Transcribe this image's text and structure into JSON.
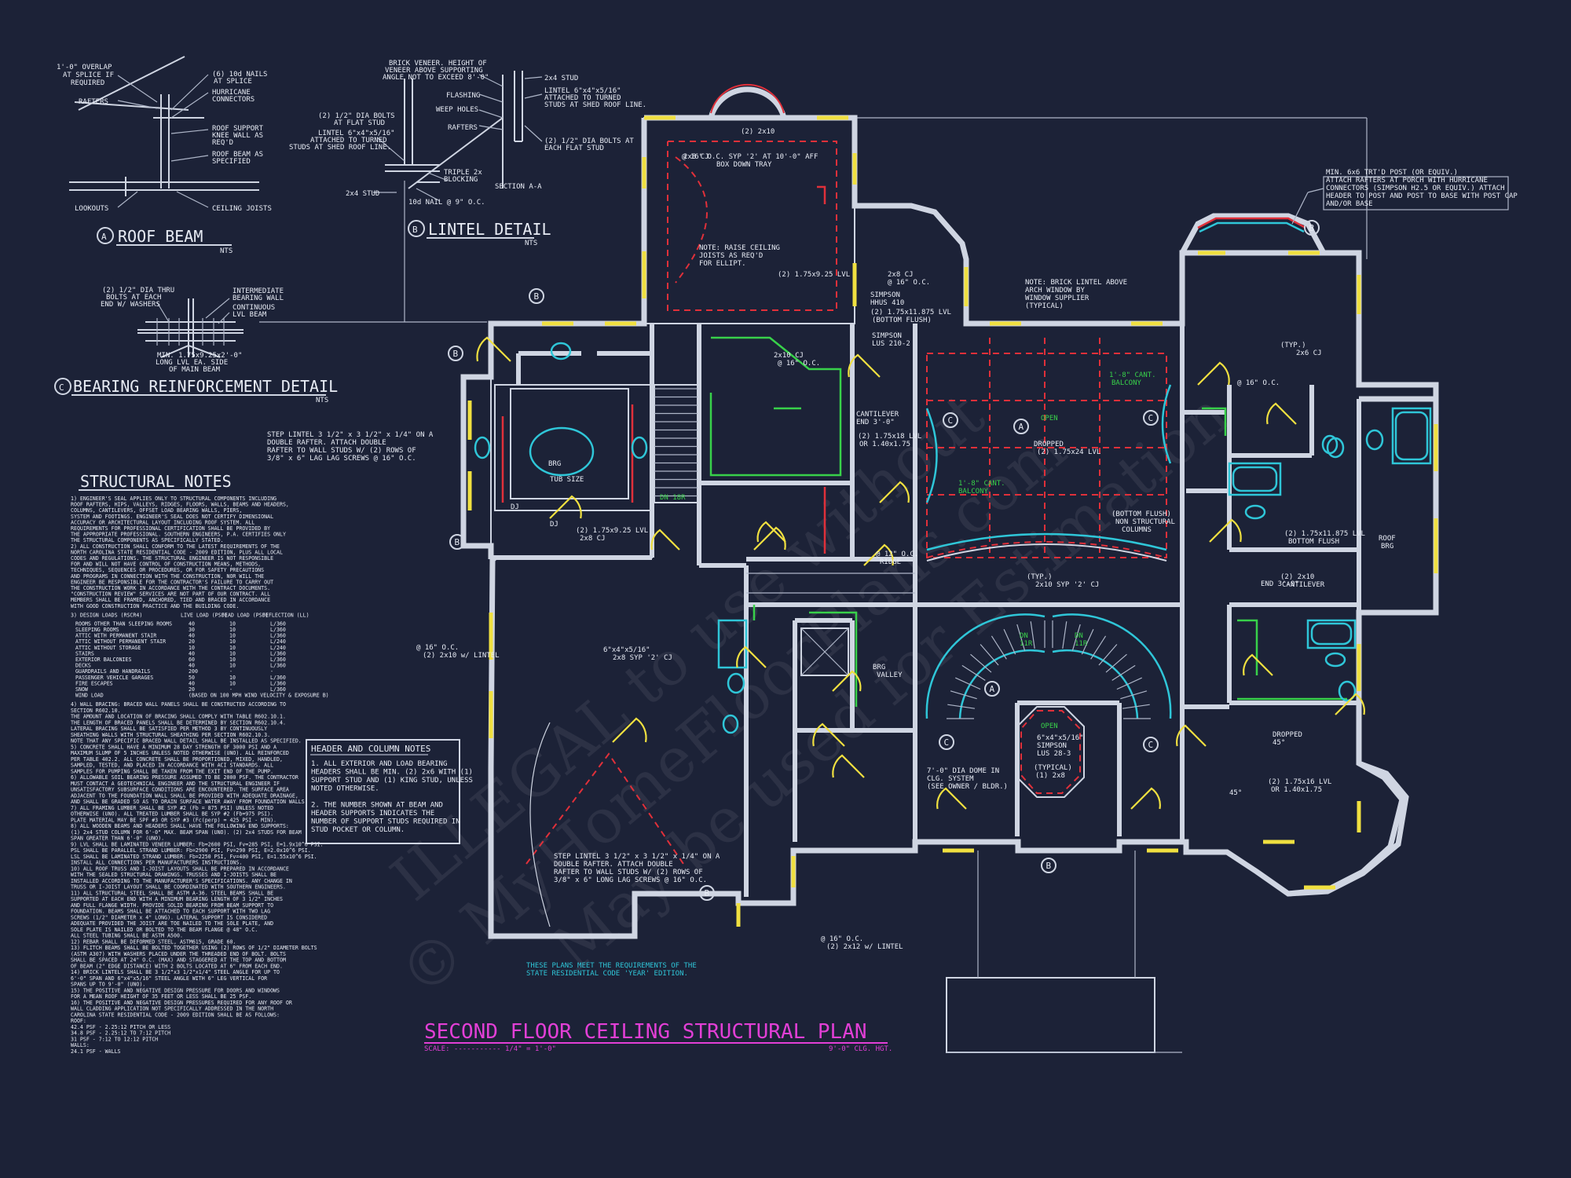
{
  "title": "SECOND FLOOR CEILING STRUCTURAL PLAN",
  "scale": "SCALE: ----------- 1/4\" = 1'-0\"",
  "clg_ht": "9'-0\" CLG. HGT.",
  "code_note": [
    "THESE PLANS MEET THE REQUIREMENTS OF THE",
    "STATE RESIDENTIAL CODE 'YEAR' EDITION."
  ],
  "watermark": [
    "ILLEGAL to use without",
    "© MyHomeFloorPlans.com",
    "May be used for Estimation"
  ],
  "details": {
    "roof_beam": {
      "letter": "A",
      "title": "ROOF BEAM",
      "nts": "NTS",
      "labels": [
        "1'-0\" OVERLAP",
        "AT SPLICE IF",
        "REQUIRED",
        "RAFTERS",
        "(6) 10d NAILS",
        "AT SPLICE",
        "HURRICANE",
        "CONNECTORS",
        "ROOF SUPPORT",
        "KNEE WALL AS",
        "REQ'D",
        "ROOF BEAM AS",
        "SPECIFIED",
        "LOOKOUTS",
        "CEILING JOISTS"
      ]
    },
    "lintel": {
      "letter": "B",
      "title": "LINTEL DETAIL",
      "nts": "NTS",
      "labels": [
        "BRICK VENEER. HEIGHT OF",
        "VENEER ABOVE SUPPORTING",
        "ANGLE NOT TO EXCEED 8'-0\"",
        "2x4 STUD",
        "LINTEL 6\"x4\"x5/16\"",
        "ATTACHED TO TURNED",
        "STUDS AT SHED ROOF LINE.",
        "FLASHING",
        "WEEP HOLES",
        "RAFTERS",
        "(2) 1/2\" DIA BOLTS AT",
        "EACH FLAT STUD",
        "(2) 1/2\" DIA BOLTS",
        "AT FLAT STUD",
        "LINTEL 6\"x4\"x5/16\"",
        "ATTACHED TO TURNED",
        "STUDS AT SHED ROOF LINE.",
        "TRIPLE 2x",
        "BLOCKING",
        "2x4 STUD",
        "10d NAIL @ 9\" O.C.",
        "SECTION A-A"
      ]
    },
    "bearing": {
      "letter": "C",
      "title": "BEARING REINFORCEMENT DETAIL",
      "nts": "NTS",
      "labels": [
        "(2) 1/2\" DIA THRU",
        "BOLTS AT EACH",
        "END W/ WASHERS",
        "INTERMEDIATE",
        "BEARING WALL",
        "CONTINUOUS",
        "LVL BEAM",
        "MIN. 1.75x9.25x2'-0\"",
        "LONG LVL EA. SIDE",
        "OF MAIN BEAM"
      ]
    }
  },
  "structural_notes": {
    "title": "STRUCTURAL NOTES",
    "lines": [
      "1) ENGINEER'S SEAL APPLIES ONLY TO STRUCTURAL COMPONENTS INCLUDING",
      "ROOF RAFTERS, HIPS, VALLEYS, RIDGES, FLOORS, WALLS, BEAMS AND HEADERS,",
      "COLUMNS, CANTILEVERS, OFFSET LOAD BEARING WALLS, PIERS,",
      "SYSTEM AND FOOTINGS. ENGINEER'S SEAL DOES NOT CERTIFY DIMENSIONAL",
      "ACCURACY OR ARCHITECTURAL LAYOUT INCLUDING ROOF SYSTEM. ALL",
      "REQUIREMENTS FOR PROFESSIONAL CERTIFICATION SHALL BE PROVIDED BY",
      "THE APPROPRIATE PROFESSIONAL. SOUTHERN ENGINEERS, P.A. CERTIFIES ONLY",
      "THE STRUCTURAL COMPONENTS AS SPECIFICALLY STATED.",
      "2) ALL CONSTRUCTION SHALL CONFORM TO THE LATEST REQUIREMENTS OF THE",
      "NORTH CAROLINA STATE RESIDENTIAL CODE - 2009 EDITION, PLUS ALL LOCAL",
      "CODES AND REGULATIONS. THE STRUCTURAL ENGINEER IS NOT RESPONSIBLE",
      "FOR AND WILL NOT HAVE CONTROL OF CONSTRUCTION MEANS, METHODS,",
      "TECHNIQUES, SEQUENCES OR PROCEDURES, OR FOR SAFETY PRECAUTIONS",
      "AND PROGRAMS IN CONNECTION WITH THE CONSTRUCTION, NOR WILL THE",
      "ENGINEER BE RESPONSIBLE FOR THE CONTRACTOR'S FAILURE TO CARRY OUT",
      "THE CONSTRUCTION WORK IN ACCORDANCE WITH THE CONTRACT DOCUMENTS.",
      "\"CONSTRUCTION REVIEW\" SERVICES ARE NOT PART OF OUR CONTRACT. ALL",
      "MEMBERS SHALL BE FRAMED, ANCHORED, TIED AND BRACED IN ACCORDANCE",
      "WITH GOOD CONSTRUCTION PRACTICE AND THE BUILDING CODE."
    ],
    "design_loads_title": "3) DESIGN LOADS (RSCR4)",
    "design_loads_head": [
      "LIVE LOAD (PSF)",
      "DEAD LOAD (PSF)",
      "DEFLECTION (LL)"
    ],
    "design_loads": [
      [
        "ROOMS OTHER THAN SLEEPING ROOMS",
        "40",
        "10",
        "L/360"
      ],
      [
        "SLEEPING ROOMS",
        "30",
        "10",
        "L/360"
      ],
      [
        "ATTIC WITH PERMANENT STAIR",
        "40",
        "10",
        "L/360"
      ],
      [
        "ATTIC WITHOUT PERMANENT STAIR",
        "20",
        "10",
        "L/240"
      ],
      [
        "ATTIC WITHOUT STORAGE",
        "10",
        "10",
        "L/240"
      ],
      [
        "STAIRS",
        "40",
        "10",
        "L/360"
      ],
      [
        "EXTERIOR BALCONIES",
        "60",
        "10",
        "L/360"
      ],
      [
        "DECKS",
        "40",
        "10",
        "L/360"
      ],
      [
        "GUARDRAILS AND HANDRAILS",
        "200",
        "-",
        "-"
      ],
      [
        "PASSENGER VEHICLE GARAGES",
        "50",
        "10",
        "L/360"
      ],
      [
        "FIRE ESCAPES",
        "40",
        "10",
        "L/360"
      ],
      [
        "SNOW",
        "20",
        "-",
        "L/360"
      ],
      [
        "WIND LOAD",
        "(BASED ON 100 MPH WIND VELOCITY & EXPOSURE B)",
        "",
        ""
      ]
    ],
    "more": [
      "4) WALL BRACING: BRACED WALL PANELS SHALL BE CONSTRUCTED ACCORDING TO",
      "SECTION R602.10.",
      "THE AMOUNT AND LOCATION OF BRACING SHALL COMPLY WITH TABLE R602.10.1.",
      "THE LENGTH OF BRACED PANELS SHALL BE DETERMINED BY SECTION R602.10.4.",
      "LATERAL BRACING SHALL BE SATISFIED PER METHOD 3 BY CONTINUOUSLY",
      "SHEATHING WALLS WITH STRUCTURAL SHEATHING PER SECTION R602.10.3.",
      "NOTE THAT ANY SPECIFIC BRACED WALL DETAIL SHALL BE INSTALLED AS SPECIFIED.",
      "5) CONCRETE SHALL HAVE A MINIMUM 28 DAY STRENGTH OF 3000 PSI AND A",
      "MAXIMUM SLUMP OF 5 INCHES UNLESS NOTED OTHERWISE (UNO). ALL REINFORCED",
      "PER TABLE 402.2. ALL CONCRETE SHALL BE PROPORTIONED, MIXED, HANDLED,",
      "SAMPLED, TESTED, AND PLACED IN ACCORDANCE WITH ACI STANDARDS. ALL",
      "SAMPLES FOR PUMPING SHALL BE TAKEN FROM THE EXIT END OF THE PUMP.",
      "6) ALLOWABLE SOIL BEARING PRESSURE ASSUMED TO BE 2000 PSF. THE CONTRACTOR",
      "MUST CONTACT A GEOTECHNICAL ENGINEER AND THE STRUCTURAL ENGINEER IF",
      "UNSATISFACTORY SUBSURFACE CONDITIONS ARE ENCOUNTERED. THE SURFACE AREA",
      "ADJACENT TO THE FOUNDATION WALL SHALL BE PROVIDED WITH ADEQUATE DRAINAGE,",
      "AND SHALL BE GRADED SO AS TO DRAIN SURFACE WATER AWAY FROM FOUNDATION WALLS.",
      "7) ALL FRAMING LUMBER SHALL BE SYP #2 (Fb = 875 PSI) UNLESS NOTED",
      "OTHERWISE (UNO). ALL TREATED LUMBER SHALL BE SYP #2 (Fb=975 PSI).",
      "PLATE MATERIAL MAY BE SPF #3 OR SYP #3 (Fc(perp) = 425 PSI - MIN).",
      "8) ALL WOODEN BEAMS AND HEADERS SHALL HAVE THE FOLLOWING END SUPPORTS:",
      "(1) 2x4 STUD COLUMN FOR 6'-0\" MAX. BEAM SPAN (UNO). (2) 2x4 STUDS FOR BEAM",
      "SPAN GREATER THAN 6'-0\" (UNO).",
      "9) LVL SHALL BE LAMINATED VENEER LUMBER: Fb=2600 PSI, Fv=285 PSI, E=1.9x10^6 PSI.",
      "PSL SHALL BE PARALLEL STRAND LUMBER: Fb=2900 PSI, Fv=290 PSI, E=2.0x10^6 PSI.",
      "LSL SHALL BE LAMINATED STRAND LUMBER: Fb=2250 PSI, Fv=400 PSI, E=1.55x10^6 PSI.",
      "INSTALL ALL CONNECTIONS PER MANUFACTURERS INSTRUCTIONS.",
      "10) ALL ROOF TRUSS AND I-JOIST LAYOUTS SHALL BE PREPARED IN ACCORDANCE",
      "WITH THE SEALED STRUCTURAL DRAWINGS. TRUSSES AND I-JOISTS SHALL BE",
      "INSTALLED ACCORDING TO THE MANUFACTURER'S SPECIFICATIONS. ANY CHANGE IN",
      "TRUSS OR I-JOIST LAYOUT SHALL BE COORDINATED WITH SOUTHERN ENGINEERS.",
      "11) ALL STRUCTURAL STEEL SHALL BE ASTM A-36. STEEL BEAMS SHALL BE",
      "SUPPORTED AT EACH END WITH A MINIMUM BEARING LENGTH OF 3 1/2\" INCHES",
      "AND FULL FLANGE WIDTH. PROVIDE SOLID BEARING FROM BEAM SUPPORT TO",
      "FOUNDATION. BEAMS SHALL BE ATTACHED TO EACH SUPPORT WITH TWO LAG",
      "SCREWS (1/2\" DIAMETER x 4\" LONG). LATERAL SUPPORT IS CONSIDERED",
      "ADEQUATE PROVIDED THE JOIST ARE TOE NAILED TO THE SOLE PLATE, AND",
      "SOLE PLATE IS NAILED OR BOLTED TO THE BEAM FLANGE @ 48\" O.C.",
      "ALL STEEL TUBING SHALL BE ASTM A500.",
      "12) REBAR SHALL BE DEFORMED STEEL, ASTM615, GRADE 60.",
      "13) FLITCH BEAMS SHALL BE BOLTED TOGETHER USING (2) ROWS OF 1/2\" DIAMETER BOLTS",
      "(ASTM A307) WITH WASHERS PLACED UNDER THE THREADED END OF BOLT. BOLTS",
      "SHALL BE SPACED AT 24\" O.C. (MAX) AND STAGGERED AT THE TOP AND BOTTOM",
      "OF BEAM (2\" EDGE DISTANCE) WITH 2 BOLTS LOCATED AT 6\" FROM EACH END.",
      "14) BRICK LINTELS SHALL BE 3 1/2\"x3 1/2\"x1/4\" STEEL ANGLE FOR UP TO",
      "6'-0\" SPAN AND 6\"x4\"x5/16\" STEEL ANGLE WITH 6\" LEG VERTICAL FOR",
      "SPANS UP TO 9'-0\" (UNO).",
      "15) THE POSITIVE AND NEGATIVE DESIGN PRESSURE FOR DOORS AND WINDOWS",
      "FOR A MEAN ROOF HEIGHT OF 35 FEET OR LESS SHALL BE 25 PSF.",
      "16) THE POSITIVE AND NEGATIVE DESIGN PRESSURES REQUIRED FOR ANY ROOF OR",
      "WALL CLADDING APPLICATION NOT SPECIFICALLY ADDRESSED IN THE NORTH",
      "CAROLINA STATE RESIDENTIAL CODE - 2009 EDITION SHALL BE AS FOLLOWS:",
      "ROOF:",
      "  42.4 PSF - 2.25:12 PITCH OR LESS",
      "  34.8 PSF - 2.25:12 TO 7:12 PITCH",
      "  31 PSF - 7:12 TO 12:12 PITCH",
      "WALLS:",
      "  24.1 PSF - WALLS"
    ]
  },
  "header_column_notes": {
    "title": "HEADER AND COLUMN NOTES",
    "lines": [
      "1. ALL EXTERIOR AND LOAD BEARING",
      "HEADERS SHALL BE MIN. (2) 2x6 WITH (1)",
      "SUPPORT STUD AND (1) KING STUD, UNLESS",
      "NOTED OTHERWISE.",
      "",
      "2. THE NUMBER SHOWN AT BEAM AND",
      "HEADER SUPPORTS INDICATES THE",
      "NUMBER OF SUPPORT STUDS REQUIRED IN",
      "STUD POCKET OR COLUMN."
    ]
  },
  "plan_labels": {
    "porch_post": [
      "MIN. 6x6 TRT'D POST (OR EQUIV.)",
      "ATTACH RAFTERS AT PORCH WITH HURRICANE",
      "CONNECTORS (SIMPSON H2.5 OR EQUIV.) ATTACH",
      "HEADER TO POST AND POST TO BASE WITH POST CAP",
      "AND/OR BASE"
    ],
    "raise_ceiling": [
      "NOTE: RAISE CEILING",
      "JOISTS AS REQ'D",
      "FOR ELLIPT."
    ],
    "brick_lintel": [
      "NOTE: BRICK LINTEL ABOVE",
      "ARCH WINDOW BY",
      "WINDOW SUPPLIER",
      "(TYPICAL)"
    ],
    "step_lintel_1": [
      "STEP LINTEL 3 1/2\" x 3 1/2\" x 1/4\" ON A",
      "DOUBLE RAFTER. ATTACH DOUBLE",
      "RAFTER TO WALL STUDS W/ (2) ROWS OF",
      "3/8\" x 6\" LAG LAG SCREWS @ 16\" O.C."
    ],
    "step_lintel_2": [
      "STEP LINTEL 3 1/2\" x 3 1/2\" x 1/4\" ON A",
      "DOUBLE RAFTER. ATTACH DOUBLE",
      "RAFTER TO WALL STUDS W/ (2) ROWS OF",
      "3/8\" x 6\" LONG LAG SCREWS @ 16\" O.C."
    ],
    "dome": [
      "7'-0\" DIA DOME IN",
      "CLG. SYSTEM",
      "(SEE OWNER / BLDR.)"
    ],
    "green": [
      "1'-8\" CANT.",
      "BALCONY",
      "1'-8\" CANT.",
      "BALCONY",
      "OPEN",
      "OPEN",
      "DN",
      "11R",
      "DN",
      "11R",
      "DN 18R"
    ],
    "misc": [
      "2x8 CJ",
      "@ 16\" O.C. SYP '2' AT 10'-0\" AFF",
      "BOX DOWN TRAY",
      "(2) 2x10",
      "2x8 CJ",
      "@ 16\" O.C.",
      "(2) 1.75x9.25 LVL",
      "SIMPSON",
      "HHUS 410",
      "(2) 1.75x11.875 LVL",
      "(BOTTOM FLUSH)",
      "SIMPSON",
      "LUS 210-2",
      "2x10 CJ",
      "@ 16\" O.C.",
      "CANTILEVER",
      "END 3'-0\"",
      "(2) 1.75x18 LVL",
      "OR 1.40x1.75",
      "DROPPED",
      "(2) 1.75x24 LVL",
      "(BOTTOM FLUSH)",
      "NON STRUCTURAL",
      "COLUMNS",
      "(TYP.)",
      "2x10 SYP '2' CJ",
      "@ 12\" O.C.",
      "RIDGE",
      "BRG",
      "VALLEY",
      "BRG",
      "TUB SIZE",
      "DJ",
      "DJ",
      "(2) 1.75x9.25 LVL",
      "2x8 CJ",
      "@ 16\" O.C.",
      "(2) 2x10 w/ LINTEL",
      "6\"x4\"x5/16\"",
      "2x8 SYP '2' CJ",
      "@ 16\" O.C.",
      "(2) 2x12 w/ LINTEL",
      "6\"x4\"x5/16\"",
      "SIMPSON",
      "LUS 28-3",
      "(TYPICAL)",
      "(1) 2x8",
      "(TYP.)",
      "2x6 CJ",
      "@ 16\" O.C.",
      "(2) 1.75x11.875 LVL",
      "BOTTOM FLUSH",
      "ROOF",
      "BRG",
      "(2) 2x10",
      "CANTILEVER",
      "END 3'-0\"",
      "(2) 1.75x16 LVL",
      "OR 1.40x1.75",
      "DROPPED",
      "45°",
      "45°"
    ]
  },
  "colors": {
    "background": "#1c2237",
    "line": "#cfd5e2",
    "red": "#e0303a",
    "green": "#38d14a",
    "cyan": "#2fc6d8",
    "yellow": "#f0e040",
    "magenta": "#e23fd6"
  }
}
